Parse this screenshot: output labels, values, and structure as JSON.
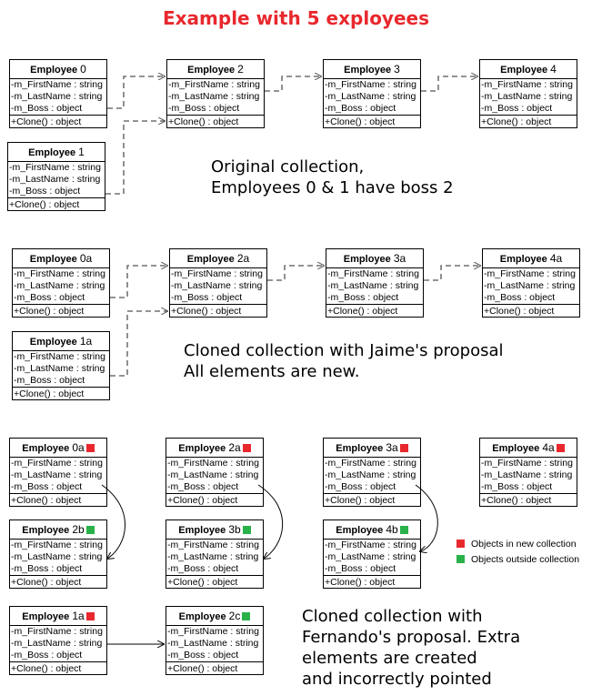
{
  "title": "Example with 5 exployees",
  "field_labels": [
    "-m_FirstName : string",
    "-m_LastName : string",
    "-m_Boss : object"
  ],
  "method_label": "+Clone() : object",
  "colors": {
    "title": "#e8282d",
    "in_collection": "#e8282d",
    "outside_collection": "#2ab24a"
  },
  "boxes": [
    {
      "name": "Employee",
      "num": "0"
    },
    {
      "name": "Employee",
      "num": "1"
    },
    {
      "name": "Employee",
      "num": "2"
    },
    {
      "name": "Employee",
      "num": "3"
    },
    {
      "name": "Employee",
      "num": "4"
    },
    {
      "name": "Employee",
      "num": "0a"
    },
    {
      "name": "Employee",
      "num": "1a"
    },
    {
      "name": "Employee",
      "num": "2a"
    },
    {
      "name": "Employee",
      "num": "3a"
    },
    {
      "name": "Employee",
      "num": "4a"
    },
    {
      "name": "Employee",
      "num": "0a",
      "marker": "red"
    },
    {
      "name": "Employee",
      "num": "1a",
      "marker": "red"
    },
    {
      "name": "Employee",
      "num": "2b",
      "marker": "green"
    },
    {
      "name": "Employee",
      "num": "2a",
      "marker": "red"
    },
    {
      "name": "Employee",
      "num": "3b",
      "marker": "green"
    },
    {
      "name": "Employee",
      "num": "2c",
      "marker": "green"
    },
    {
      "name": "Employee",
      "num": "3a",
      "marker": "red"
    },
    {
      "name": "Employee",
      "num": "4b",
      "marker": "green"
    },
    {
      "name": "Employee",
      "num": "4a",
      "marker": "red"
    }
  ],
  "notes": {
    "original_1": "Original collection,",
    "original_2": "Employees 0 & 1 have boss 2",
    "jaime_1": "Cloned collection with Jaime's proposal",
    "jaime_2": "All elements are new.",
    "fernando_1": "Cloned collection with",
    "fernando_2": "Fernando's proposal. Extra",
    "fernando_3": "elements are created",
    "fernando_4": "and incorrectly pointed"
  },
  "legend": {
    "in_collection": "Objects in new collection",
    "outside_collection": "Objects outside collection"
  }
}
